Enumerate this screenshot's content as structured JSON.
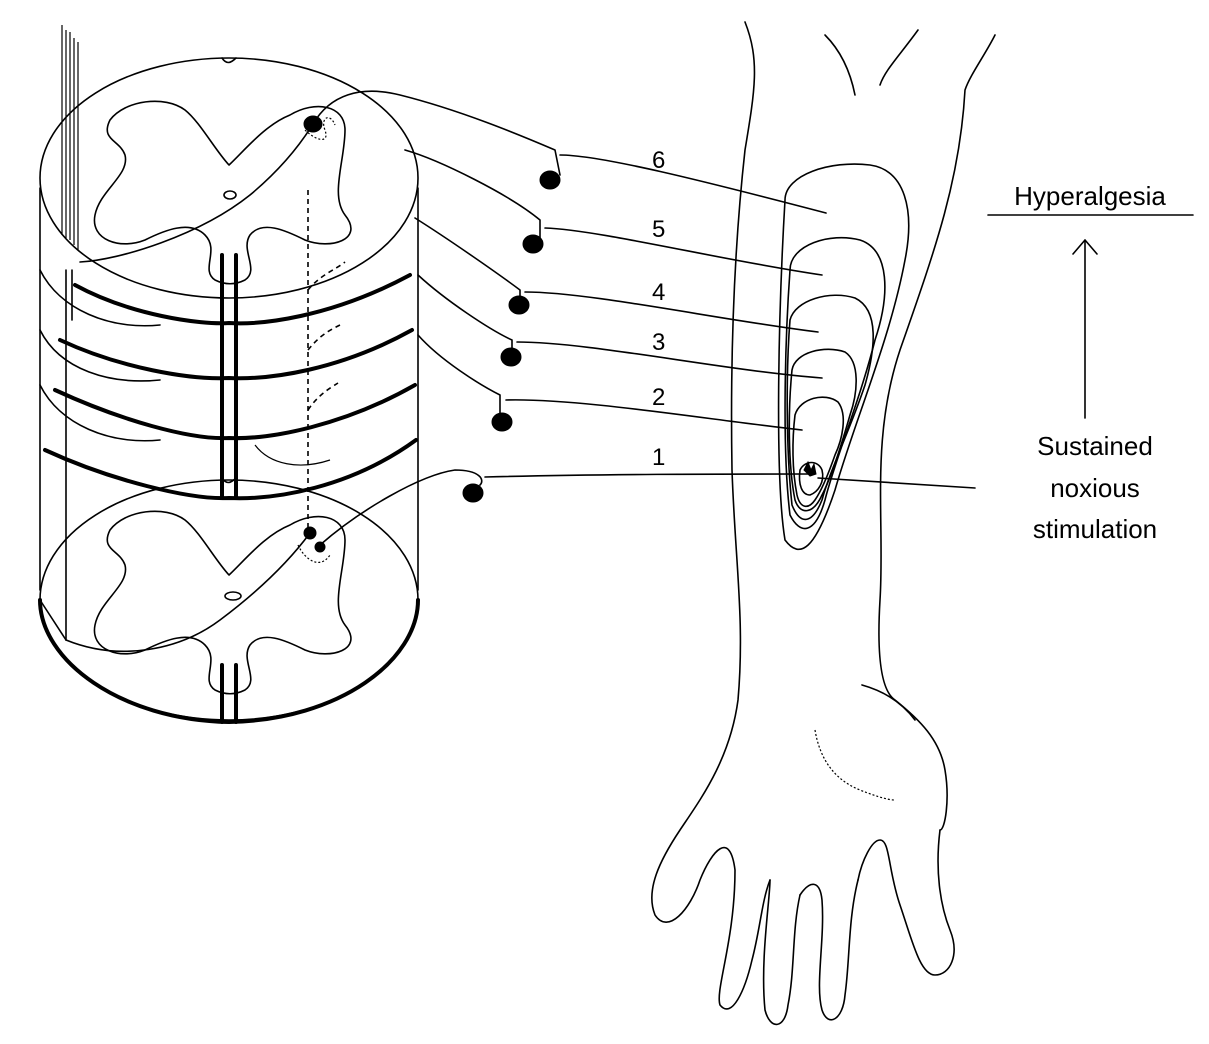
{
  "labels": {
    "hyperalgesia": "Hyperalgesia",
    "stimulus_line1": "Sustained",
    "stimulus_line2": "noxious",
    "stimulus_line3": "stimulation"
  },
  "segments": [
    {
      "number": "1"
    },
    {
      "number": "2"
    },
    {
      "number": "3"
    },
    {
      "number": "4"
    },
    {
      "number": "5"
    },
    {
      "number": "6"
    }
  ]
}
